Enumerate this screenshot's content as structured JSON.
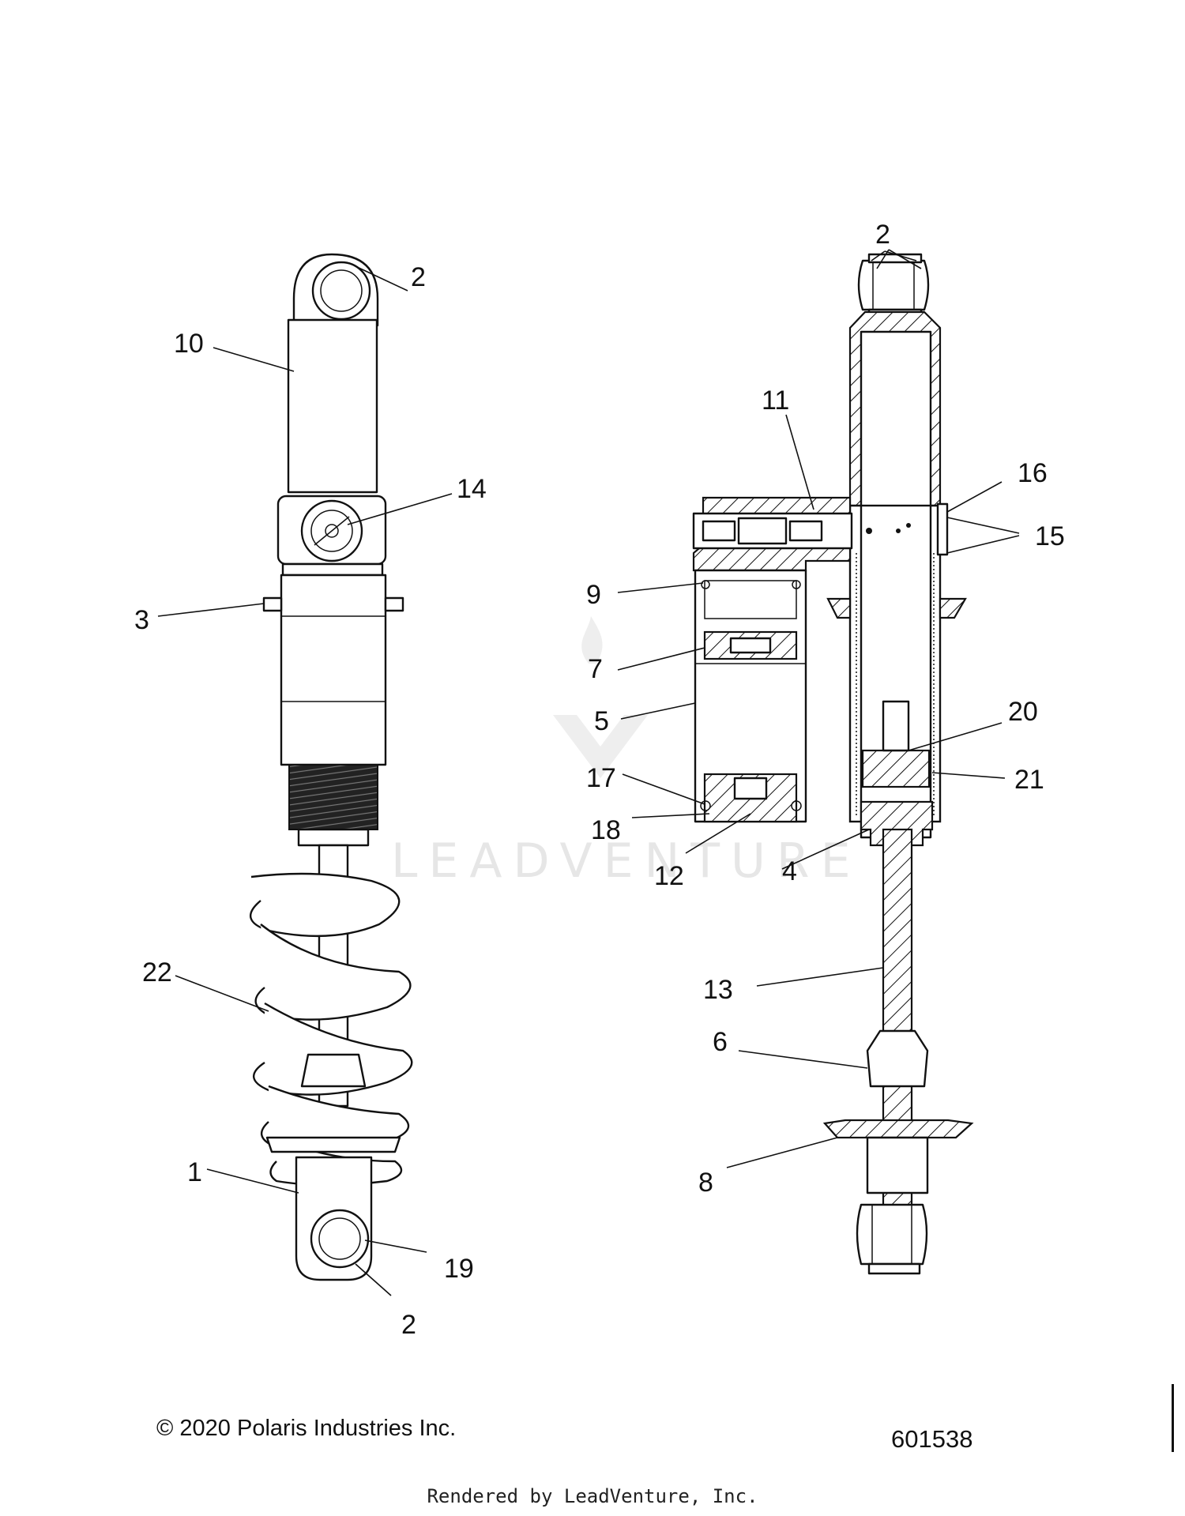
{
  "watermark": {
    "text": "LEADVENTURE"
  },
  "footer": {
    "copyright": "© 2020 Polaris Industries Inc.",
    "drawing_number": "601538",
    "rendered_by": "Rendered by LeadVenture, Inc."
  },
  "callouts": {
    "left_assembly": {
      "top_eye_2": "2",
      "eyelet_10": "10",
      "adjuster_14": "14",
      "pin_3": "3",
      "spring_22": "22",
      "lower_eyelet_1": "1",
      "bushing_19": "19",
      "bottom_eye_2": "2"
    },
    "right_assembly": {
      "top_bushings_2": "2",
      "reservoir_head_11": "11",
      "cap_16": "16",
      "seals_15": "15",
      "oring_9": "9",
      "piston_7": "7",
      "reservoir_5": "5",
      "ring_17": "17",
      "seal_18": "18",
      "end_cap_12": "12",
      "piston_assembly_20": "20",
      "valve_21": "21",
      "seal_head_4": "4",
      "shaft_13": "13",
      "bumper_6": "6",
      "spring_seat_8": "8"
    }
  }
}
